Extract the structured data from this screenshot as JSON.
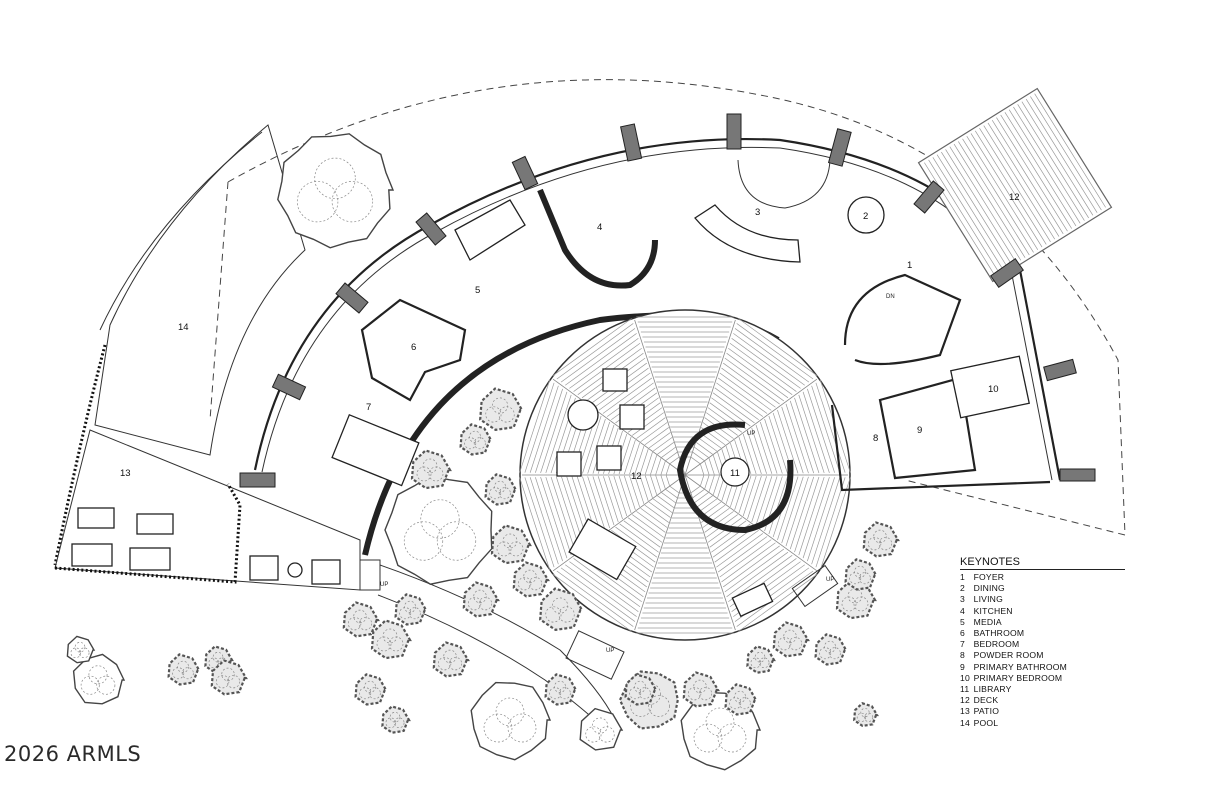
{
  "rooms": [
    {
      "num": "1"
    },
    {
      "num": "2"
    },
    {
      "num": "3"
    },
    {
      "num": "4"
    },
    {
      "num": "5"
    },
    {
      "num": "6"
    },
    {
      "num": "7"
    },
    {
      "num": "8"
    },
    {
      "num": "9"
    },
    {
      "num": "10"
    },
    {
      "num": "11"
    },
    {
      "num": "12"
    },
    {
      "num": "13"
    },
    {
      "num": "14"
    }
  ],
  "deck_upper_num": "12",
  "stair_labels": {
    "dn": "DN",
    "up": "UP"
  },
  "keynotes": {
    "title": "KEYNOTES",
    "items": [
      {
        "n": "1",
        "label": "FOYER"
      },
      {
        "n": "2",
        "label": "DINING"
      },
      {
        "n": "3",
        "label": "LIVING"
      },
      {
        "n": "4",
        "label": "KITCHEN"
      },
      {
        "n": "5",
        "label": "MEDIA"
      },
      {
        "n": "6",
        "label": "BATHROOM"
      },
      {
        "n": "7",
        "label": "BEDROOM"
      },
      {
        "n": "8",
        "label": "POWDER ROOM"
      },
      {
        "n": "9",
        "label": "PRIMARY BATHROOM"
      },
      {
        "n": "10",
        "label": "PRIMARY BEDROOM"
      },
      {
        "n": "11",
        "label": "LIBRARY"
      },
      {
        "n": "12",
        "label": "DECK"
      },
      {
        "n": "13",
        "label": "PATIO"
      },
      {
        "n": "14",
        "label": "POOL"
      }
    ]
  },
  "watermark": "2026 ARMLS"
}
